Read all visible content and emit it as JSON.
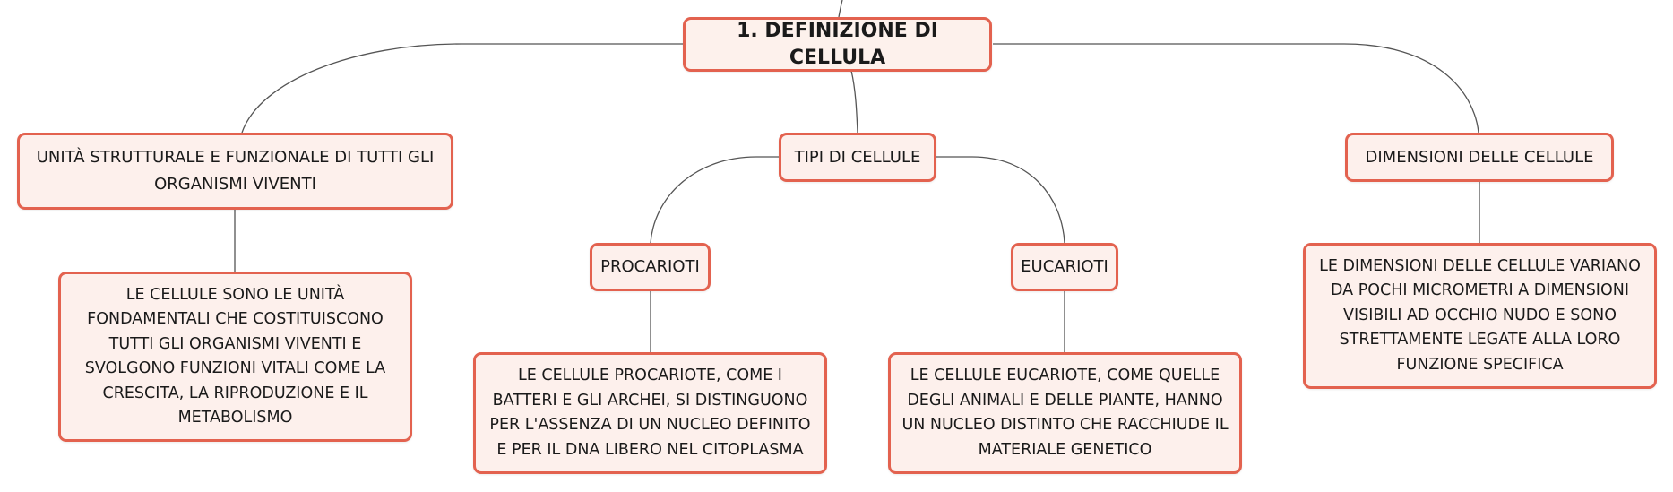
{
  "diagram": {
    "root": {
      "label": "1. DEFINIZIONE DI CELLULA"
    },
    "branch_left": {
      "label": "UNITÀ STRUTTURALE E FUNZIONALE DI TUTTI GLI ORGANISMI VIVENTI"
    },
    "branch_center": {
      "label": "TIPI DI CELLULE"
    },
    "branch_right": {
      "label": "DIMENSIONI DELLE CELLULE"
    },
    "procarioti": {
      "label": "PROCARIOTI"
    },
    "eucarioti": {
      "label": "EUCARIOTI"
    },
    "detail_left": {
      "text": "LE CELLULE SONO LE UNITÀ FONDAMENTALI CHE COSTITUISCONO TUTTI GLI ORGANISMI VIVENTI E SVOLGONO FUNZIONI VITALI COME LA CRESCITA, LA RIPRODUZIONE E IL METABOLISMO"
    },
    "detail_procarioti": {
      "text": "LE CELLULE PROCARIOTE, COME I BATTERI E GLI ARCHEI, SI DISTINGUONO PER L'ASSENZA DI UN NUCLEO DEFINITO E PER IL DNA LIBERO NEL CITOPLASMA"
    },
    "detail_eucarioti": {
      "text": "LE CELLULE EUCARIOTE, COME QUELLE DEGLI ANIMALI E DELLE PIANTE, HANNO UN NUCLEO DISTINTO CHE RACCHIUDE IL MATERIALE GENETICO"
    },
    "detail_right": {
      "text": "LE DIMENSIONI DELLE CELLULE VARIANO DA POCHI MICROMETRI A DIMENSIONI VISIBILI AD OCCHIO NUDO E SONO STRETTAMENTE LEGATE ALLA LORO FUNZIONE SPECIFICA"
    }
  },
  "colors": {
    "node_border": "#e3624f",
    "node_fill": "#fdf0ec",
    "connector": "#555555"
  }
}
